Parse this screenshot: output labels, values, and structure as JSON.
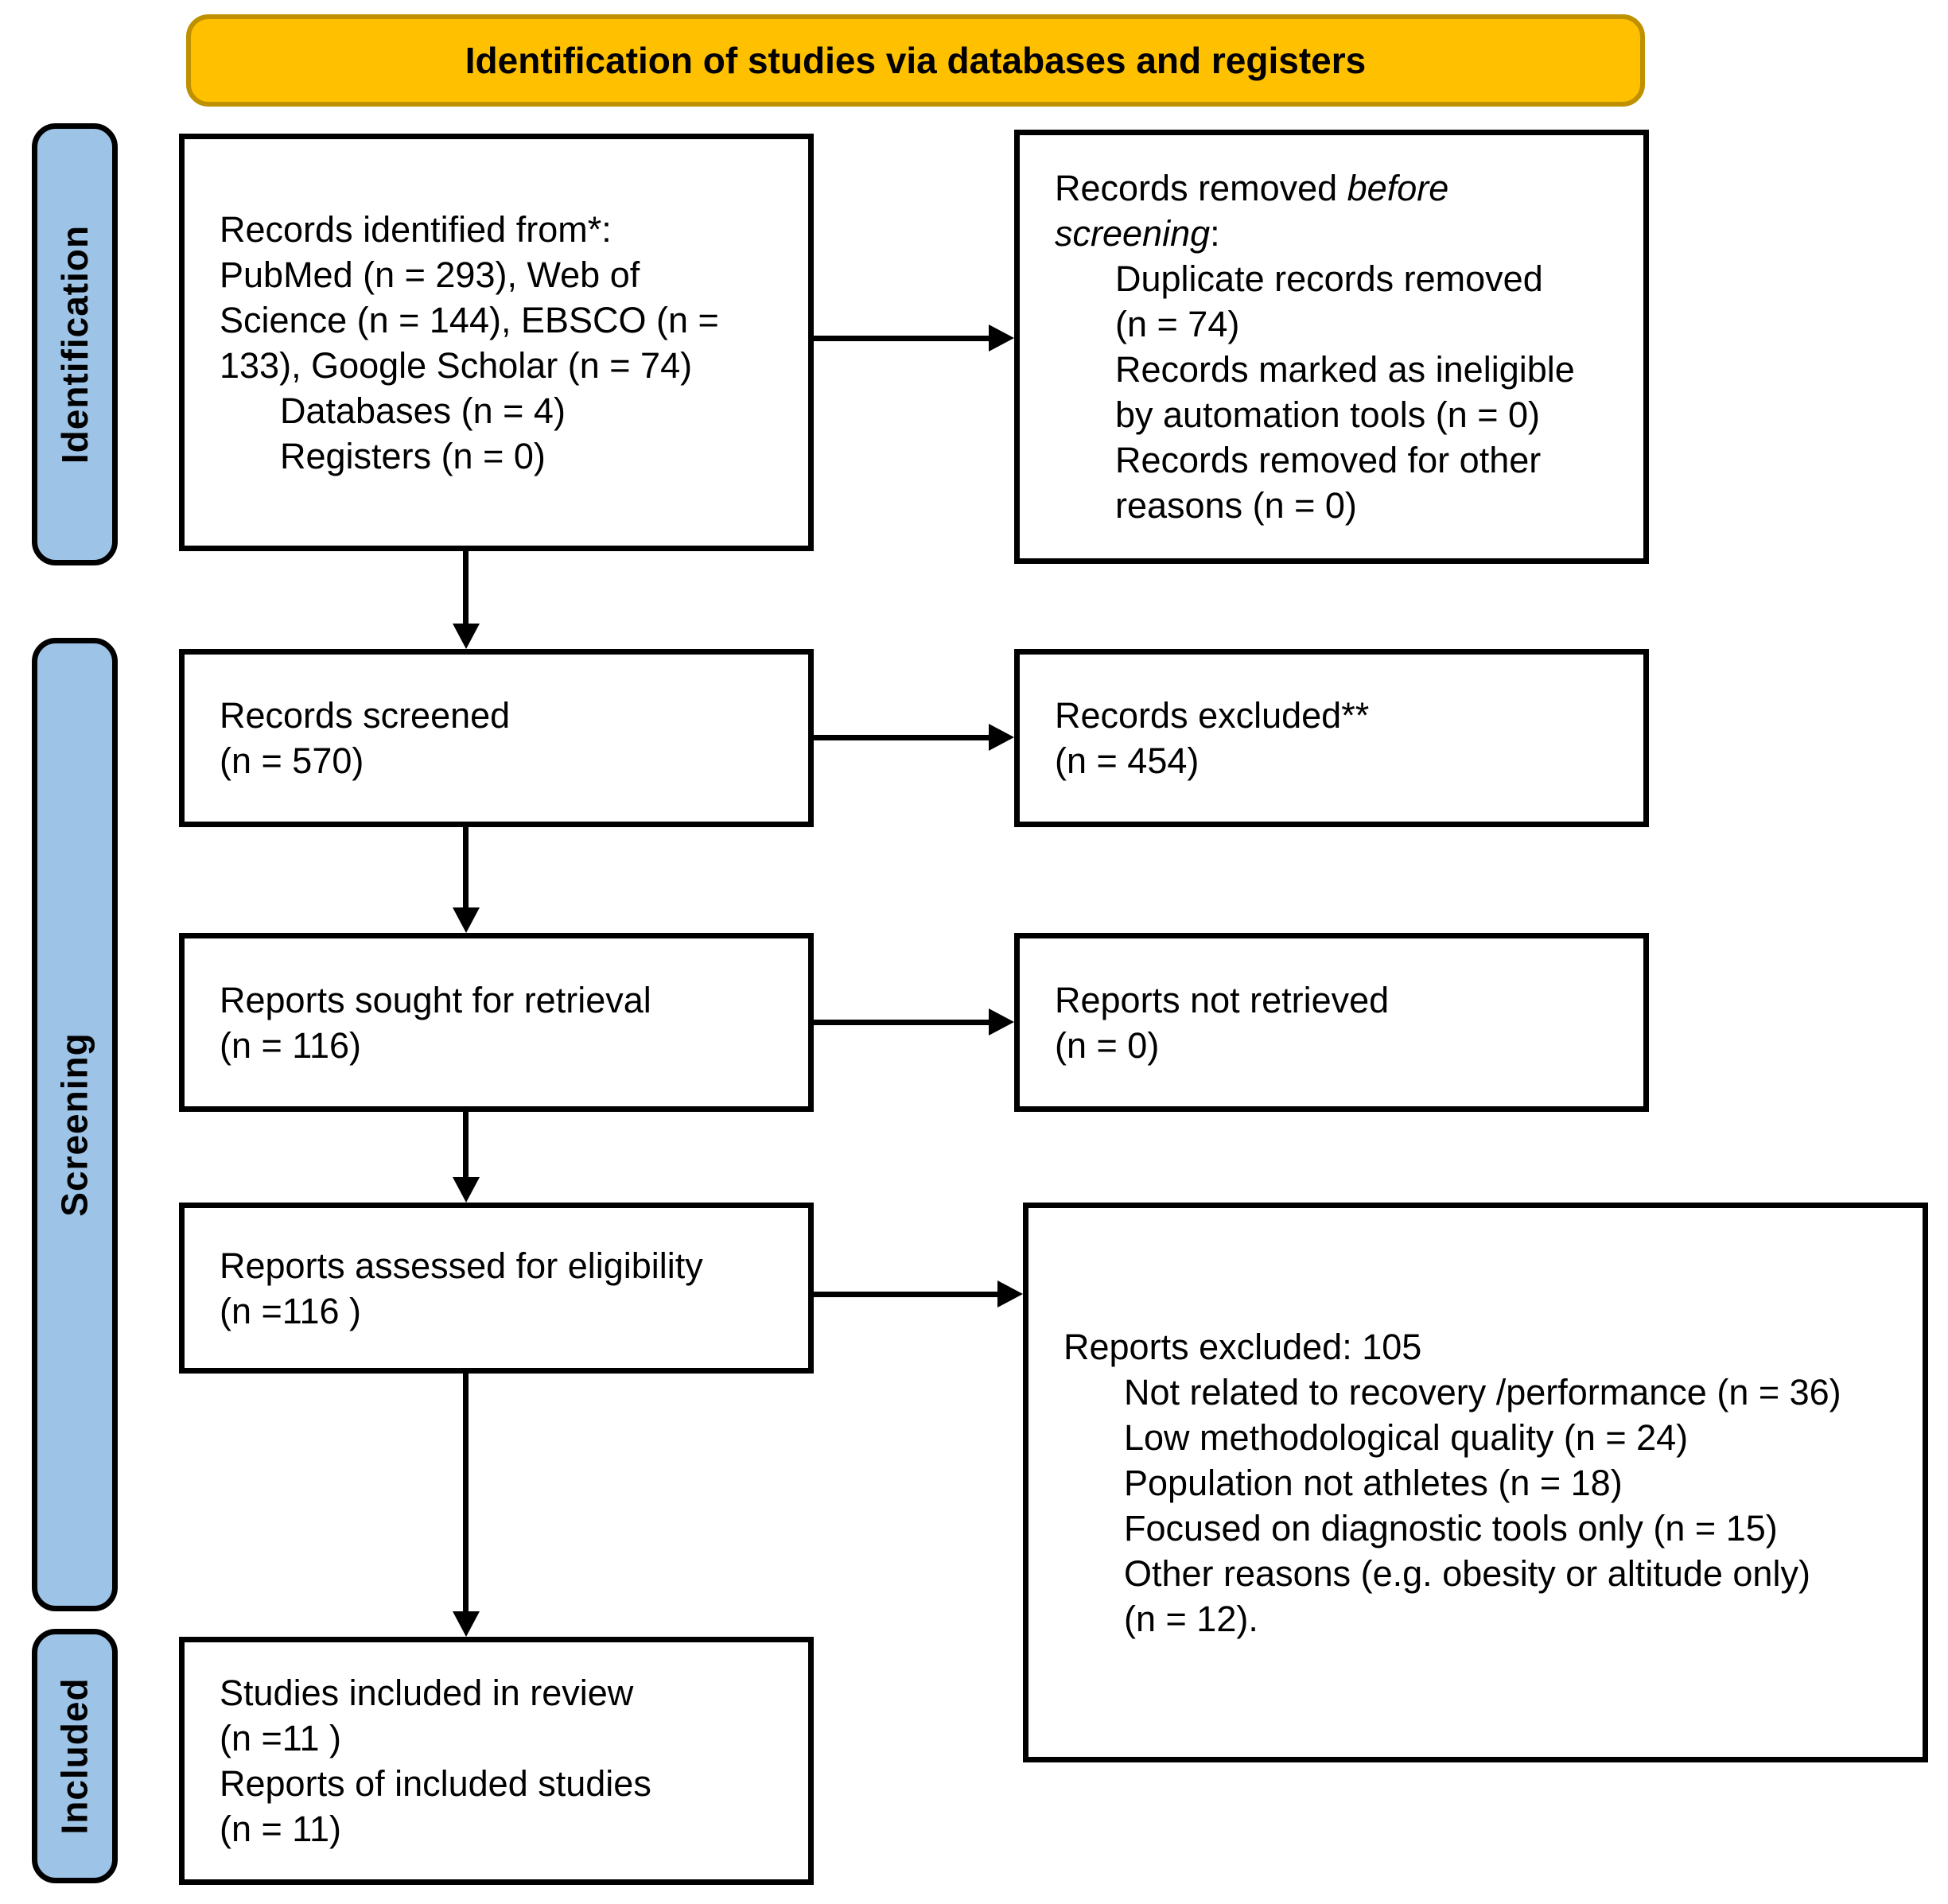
{
  "banner": {
    "title": "Identification of studies via databases and registers"
  },
  "stage_labels": {
    "identification": "Identification",
    "screening": "Screening",
    "included": "Included"
  },
  "colors": {
    "banner_fill": "#FFC000",
    "banner_border": "#BF9000",
    "stage_fill": "#9DC3E6",
    "box_border": "#000000",
    "background": "#FFFFFF"
  },
  "boxes": {
    "records_identified": {
      "lines": [
        "Records identified from*:",
        "PubMed (n = 293), Web of",
        "Science (n = 144), EBSCO (n =",
        "133), Google Scholar (n = 74)",
        "Databases (n = 4)",
        "Registers (n = 0)"
      ]
    },
    "records_removed": {
      "heading_regular_1": "Records removed ",
      "heading_italic_1": "before",
      "heading_italic_2": "screening",
      "heading_regular_2": ":",
      "lines": [
        "Duplicate records removed",
        "(n = 74)",
        "Records marked as ineligible",
        "by automation tools (n = 0)",
        "Records removed for other",
        "reasons (n = 0)"
      ]
    },
    "records_screened": {
      "lines": [
        "Records screened",
        "(n = 570)"
      ]
    },
    "records_excluded": {
      "lines": [
        "Records excluded**",
        "(n = 454)"
      ]
    },
    "reports_sought": {
      "lines": [
        "Reports sought for retrieval",
        "(n = 116)"
      ]
    },
    "reports_not_retrieved": {
      "lines": [
        "Reports not retrieved",
        "(n = 0)"
      ]
    },
    "reports_assessed": {
      "lines": [
        "Reports assessed for eligibility",
        "(n =116 )"
      ]
    },
    "reports_excluded": {
      "heading": "Reports excluded: 105",
      "lines": [
        "Not related to recovery /performance (n = 36)",
        "Low methodological quality (n = 24)",
        "Population not athletes (n = 18)",
        "Focused on diagnostic tools only (n = 15)",
        "Other reasons (e.g. obesity or altitude only)",
        "(n = 12)."
      ]
    },
    "studies_included": {
      "lines": [
        "Studies included in review",
        "(n =11 )",
        "Reports of included studies",
        "(n = 11)"
      ]
    }
  }
}
